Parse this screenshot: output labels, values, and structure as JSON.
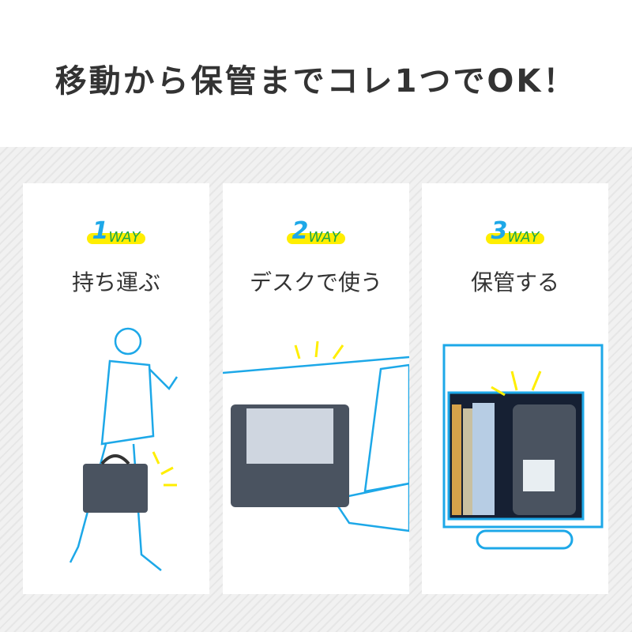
{
  "title": "移動から保管までコレ1つでOK！",
  "cards": [
    {
      "num": "1",
      "way": "WAY",
      "label": "持ち運ぶ"
    },
    {
      "num": "2",
      "way": "WAY",
      "label": "デスクで使う"
    },
    {
      "num": "3",
      "way": "WAY",
      "label": "保管する"
    }
  ],
  "colors": {
    "accent_blue": "#1da8e8",
    "highlight": "#ffee00",
    "green": "#1aa84a",
    "bag": "#4a5360"
  }
}
